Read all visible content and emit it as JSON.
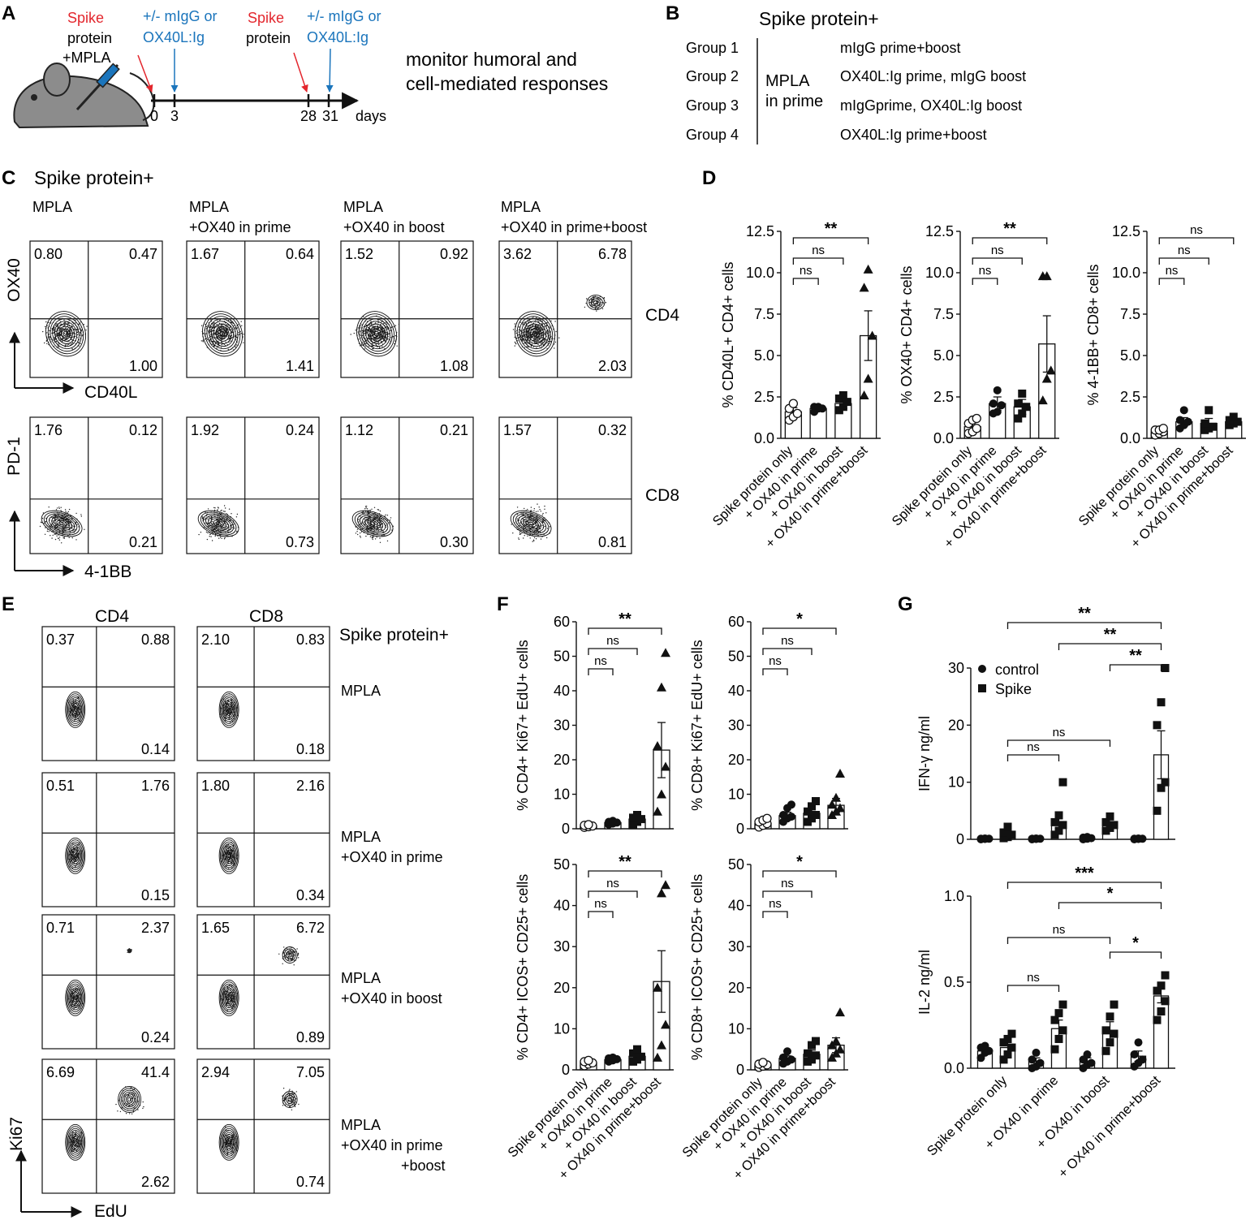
{
  "colors": {
    "red": "#e3262d",
    "blue": "#1b75bc",
    "black": "#111111",
    "mouse": "#8c8c8c"
  },
  "panelA": {
    "letter": "A",
    "ann1": [
      "Spike",
      "protein",
      "+MPLA"
    ],
    "ann2": [
      "+/- mIgG or",
      "OX40L:Ig"
    ],
    "ann3": [
      "Spike",
      "protein"
    ],
    "ann4": [
      "+/- mIgG or",
      "OX40L:Ig"
    ],
    "ticks": [
      "0",
      "3",
      "28",
      "31"
    ],
    "days": "days",
    "monitor": [
      "monitor humoral and",
      "cell-mediated responses"
    ]
  },
  "panelB": {
    "letter": "B",
    "title": "Spike protein+",
    "groups": [
      "Group 1",
      "Group 2",
      "Group 3",
      "Group 4"
    ],
    "mpla": [
      "MPLA",
      "in prime"
    ],
    "regimens": [
      "mIgG prime+boost",
      "OX40L:Ig prime, mIgG boost",
      "mIgGprime, OX40L:Ig boost",
      "OX40L:Ig prime+boost"
    ]
  },
  "panelC": {
    "letter": "C",
    "title": "Spike protein+",
    "col_titles": [
      [
        "MPLA"
      ],
      [
        "MPLA",
        "+OX40 in prime"
      ],
      [
        "MPLA",
        "+OX40 in boost"
      ],
      [
        "MPLA",
        "+OX40 in prime+boost"
      ]
    ],
    "row_labels": [
      "CD4",
      "CD8"
    ],
    "y_axes": [
      "OX40",
      "PD-1"
    ],
    "x_axes": [
      "CD40L",
      "4-1BB"
    ],
    "cd4_values": [
      [
        "0.80",
        "0.47",
        "1.00"
      ],
      [
        "1.67",
        "0.64",
        "1.41"
      ],
      [
        "1.52",
        "0.92",
        "1.08"
      ],
      [
        "3.62",
        "6.78",
        "2.03"
      ]
    ],
    "cd8_values": [
      [
        "1.76",
        "0.12",
        "0.21"
      ],
      [
        "1.92",
        "0.24",
        "0.73"
      ],
      [
        "1.12",
        "0.21",
        "0.30"
      ],
      [
        "1.57",
        "0.32",
        "0.81"
      ]
    ]
  },
  "panelE": {
    "letter": "E",
    "col_titles": [
      "CD4",
      "CD8"
    ],
    "title": "Spike protein+",
    "row_labels": [
      [
        "MPLA"
      ],
      [
        "MPLA",
        "+OX40 in prime"
      ],
      [
        "MPLA",
        "+OX40 in boost"
      ],
      [
        "MPLA",
        "+OX40 in prime",
        "+boost"
      ]
    ],
    "y_axis": "Ki67",
    "x_axis": "EdU",
    "cd4_values": [
      [
        "0.37",
        "0.88",
        "0.14"
      ],
      [
        "0.51",
        "1.76",
        "0.15"
      ],
      [
        "0.71",
        "2.37",
        "0.24"
      ],
      [
        "6.69",
        "41.4",
        "2.62"
      ]
    ],
    "cd8_values": [
      [
        "2.10",
        "0.83",
        "0.18"
      ],
      [
        "1.80",
        "2.16",
        "0.34"
      ],
      [
        "1.65",
        "6.72",
        "0.89"
      ],
      [
        "2.94",
        "7.05",
        "0.74"
      ]
    ]
  },
  "panel_letters": {
    "D": "D",
    "F": "F",
    "G": "G"
  },
  "chart_data": [
    {
      "id": "D1",
      "type": "bar",
      "ylabel": "% CD40L+ CD4+ cells",
      "ylim": [
        0,
        12.5
      ],
      "yticks": [
        "0.0",
        "2.5",
        "5.0",
        "7.5",
        "10.0",
        "12.5"
      ],
      "categories": [
        "Spike protein only",
        "+ OX40 in prime",
        "+ OX40 in boost",
        "+ OX40 in prime+boost"
      ],
      "values": [
        1.6,
        1.8,
        2.1,
        6.2
      ],
      "errors": [
        0.25,
        0.15,
        0.3,
        1.5
      ],
      "points": [
        [
          1.1,
          1.3,
          1.5,
          1.8,
          2.1
        ],
        [
          1.6,
          1.8,
          1.8,
          1.9,
          1.9
        ],
        [
          1.7,
          1.9,
          2.2,
          2.4,
          2.6
        ],
        [
          2.6,
          3.6,
          6.2,
          9.1,
          10.2
        ]
      ],
      "markers": [
        "open-circle",
        "filled-circle",
        "square",
        "triangle"
      ],
      "significance": [
        {
          "label": "**",
          "from": 0,
          "to": 3
        },
        {
          "label": "ns",
          "from": 0,
          "to": 2
        },
        {
          "label": "ns",
          "from": 0,
          "to": 1
        }
      ]
    },
    {
      "id": "D2",
      "type": "bar",
      "ylabel": "% OX40+ CD4+ cells",
      "ylim": [
        0,
        12.5
      ],
      "yticks": [
        "0.0",
        "2.5",
        "5.0",
        "7.5",
        "10.0",
        "12.5"
      ],
      "categories": [
        "Spike protein only",
        "+ OX40 in prime",
        "+ OX40 in boost",
        "+ OX40 in prime+boost"
      ],
      "values": [
        0.7,
        2.1,
        1.9,
        5.7
      ],
      "errors": [
        0.25,
        0.4,
        0.45,
        1.7
      ],
      "points": [
        [
          0.3,
          0.4,
          0.6,
          0.9,
          1.1,
          1.2
        ],
        [
          1.5,
          1.6,
          2.0,
          2.1,
          2.9
        ],
        [
          1.2,
          1.5,
          1.9,
          2.1,
          2.7
        ],
        [
          2.3,
          3.6,
          4.1,
          9.8,
          9.8
        ]
      ],
      "markers": [
        "open-circle",
        "filled-circle",
        "square",
        "triangle"
      ],
      "significance": [
        {
          "label": "**",
          "from": 0,
          "to": 3
        },
        {
          "label": "ns",
          "from": 0,
          "to": 2
        },
        {
          "label": "ns",
          "from": 0,
          "to": 1
        }
      ]
    },
    {
      "id": "D3",
      "type": "bar",
      "ylabel": "% 4-1BB+ CD8+ cells",
      "ylim": [
        0,
        12.5
      ],
      "yticks": [
        "0.0",
        "2.5",
        "5.0",
        "7.5",
        "10.0",
        "12.5"
      ],
      "categories": [
        "Spike protein only",
        "+ OX40 in prime",
        "+ OX40 in boost",
        "+ OX40 in prime+boost"
      ],
      "values": [
        0.4,
        1.0,
        0.9,
        1.0
      ],
      "errors": [
        0.1,
        0.25,
        0.3,
        0.2
      ],
      "points": [
        [
          0.2,
          0.3,
          0.4,
          0.5,
          0.5,
          0.6
        ],
        [
          0.6,
          0.8,
          1.0,
          1.1,
          1.7
        ],
        [
          0.5,
          0.6,
          0.7,
          0.9,
          1.7
        ],
        [
          0.8,
          0.9,
          1.0,
          1.1,
          1.3
        ]
      ],
      "markers": [
        "open-circle",
        "filled-circle",
        "square",
        "square"
      ],
      "significance": [
        {
          "label": "ns",
          "from": 0,
          "to": 3
        },
        {
          "label": "ns",
          "from": 0,
          "to": 2
        },
        {
          "label": "ns",
          "from": 0,
          "to": 1
        }
      ]
    },
    {
      "id": "F1",
      "type": "bar",
      "ylabel": "% CD4+ Ki67+ EdU+ cells",
      "ylim": [
        0,
        60
      ],
      "yticks": [
        "0",
        "10",
        "20",
        "30",
        "40",
        "50",
        "60"
      ],
      "categories": [
        "Spike protein only",
        "+ OX40 in prime",
        "+ OX40 in boost",
        "+ OX40 in prime+boost"
      ],
      "values": [
        0.8,
        1.8,
        2.8,
        22.8
      ],
      "errors": [
        0.2,
        0.4,
        0.7,
        8.0
      ],
      "points": [
        [
          0.4,
          0.6,
          0.8,
          1.0,
          1.2
        ],
        [
          1.2,
          1.5,
          1.8,
          2.0,
          2.3
        ],
        [
          1.2,
          2.0,
          2.8,
          3.2,
          4.0
        ],
        [
          5.0,
          10.0,
          18.0,
          24.0,
          41.0,
          51.0
        ]
      ],
      "markers": [
        "open-circle",
        "filled-circle",
        "square",
        "triangle"
      ],
      "significance": [
        {
          "label": "**",
          "from": 0,
          "to": 3
        },
        {
          "label": "ns",
          "from": 0,
          "to": 2
        },
        {
          "label": "ns",
          "from": 0,
          "to": 1
        }
      ]
    },
    {
      "id": "F2",
      "type": "bar",
      "ylabel": "% CD8+ Ki67+ EdU+ cells",
      "ylim": [
        0,
        60
      ],
      "yticks": [
        "0",
        "10",
        "20",
        "30",
        "40",
        "50",
        "60"
      ],
      "categories": [
        "Spike protein only",
        "+ OX40 in prime",
        "+ OX40 in boost",
        "+ OX40 in prime+boost"
      ],
      "values": [
        1.5,
        3.8,
        4.5,
        6.8
      ],
      "errors": [
        0.5,
        1.0,
        1.4,
        2.0
      ],
      "points": [
        [
          0.5,
          1.0,
          1.5,
          2.0,
          2.5,
          3.0
        ],
        [
          2.0,
          3.0,
          3.5,
          4.0,
          6.0,
          7.0
        ],
        [
          2.0,
          3.0,
          4.0,
          5.0,
          6.5,
          8.0
        ],
        [
          4.0,
          5.0,
          6.0,
          7.0,
          9.0,
          16.0
        ]
      ],
      "markers": [
        "open-circle",
        "filled-circle",
        "square",
        "triangle"
      ],
      "significance": [
        {
          "label": "*",
          "from": 0,
          "to": 3
        },
        {
          "label": "ns",
          "from": 0,
          "to": 2
        },
        {
          "label": "ns",
          "from": 0,
          "to": 1
        }
      ]
    },
    {
      "id": "F3",
      "type": "bar",
      "ylabel": "% CD4+ ICOS+ CD25+ cells",
      "ylim": [
        0,
        50
      ],
      "yticks": [
        "0",
        "10",
        "20",
        "30",
        "40",
        "50"
      ],
      "categories": [
        "Spike protein only",
        "+ OX40 in prime",
        "+ OX40 in boost",
        "+ OX40 in prime+boost"
      ],
      "values": [
        1.7,
        2.5,
        3.3,
        21.5
      ],
      "errors": [
        0.3,
        0.3,
        0.7,
        7.5
      ],
      "points": [
        [
          1.0,
          1.4,
          1.7,
          2.0,
          2.3
        ],
        [
          2.0,
          2.3,
          2.6,
          2.8,
          3.0
        ],
        [
          2.0,
          2.5,
          3.2,
          4.0,
          5.0
        ],
        [
          3.0,
          6.0,
          11.0,
          20.0,
          43.0,
          45.0
        ]
      ],
      "markers": [
        "open-circle",
        "filled-circle",
        "square",
        "triangle"
      ],
      "significance": [
        {
          "label": "**",
          "from": 0,
          "to": 3
        },
        {
          "label": "ns",
          "from": 0,
          "to": 2
        },
        {
          "label": "ns",
          "from": 0,
          "to": 1
        }
      ]
    },
    {
      "id": "F4",
      "type": "bar",
      "ylabel": "% CD8+ ICOS+ CD25+ cells",
      "ylim": [
        0,
        50
      ],
      "yticks": [
        "0",
        "10",
        "20",
        "30",
        "40",
        "50"
      ],
      "categories": [
        "Spike protein only",
        "+ OX40 in prime",
        "+ OX40 in boost",
        "+ OX40 in prime+boost"
      ],
      "values": [
        1.2,
        2.8,
        3.8,
        6.0
      ],
      "errors": [
        0.3,
        0.6,
        1.0,
        1.8
      ],
      "points": [
        [
          0.6,
          0.9,
          1.2,
          1.4,
          1.8
        ],
        [
          1.5,
          2.0,
          2.5,
          3.0,
          4.5
        ],
        [
          2.0,
          2.5,
          3.5,
          4.0,
          6.0,
          7.0
        ],
        [
          3.0,
          4.0,
          5.0,
          6.0,
          7.0,
          14.0
        ]
      ],
      "markers": [
        "open-circle",
        "filled-circle",
        "square",
        "triangle"
      ],
      "significance": [
        {
          "label": "*",
          "from": 0,
          "to": 3
        },
        {
          "label": "ns",
          "from": 0,
          "to": 2
        },
        {
          "label": "ns",
          "from": 0,
          "to": 1
        }
      ]
    },
    {
      "id": "G1",
      "type": "bar",
      "ylabel": "IFN-γ ng/ml",
      "ylim": [
        0,
        30
      ],
      "yticks": [
        "0",
        "10",
        "20",
        "30"
      ],
      "categories": [
        "Spike protein only",
        "+ OX40 in prime",
        "+ OX40 in boost",
        "+ OX40 in prime+boost"
      ],
      "series": [
        {
          "name": "control",
          "values": [
            0.1,
            0.1,
            0.2,
            0.1
          ],
          "errors": [
            0.05,
            0.05,
            0.1,
            0.05
          ],
          "points": [
            [
              0.0,
              0.05,
              0.1,
              0.1,
              0.15
            ],
            [
              0.0,
              0.05,
              0.1,
              0.1,
              0.15
            ],
            [
              0.0,
              0.1,
              0.2,
              0.3,
              0.4
            ],
            [
              0.0,
              0.05,
              0.1,
              0.1,
              0.15
            ]
          ]
        },
        {
          "name": "Spike",
          "values": [
            0.9,
            2.8,
            2.4,
            14.8
          ],
          "errors": [
            0.5,
            1.2,
            0.6,
            4.2
          ],
          "points": [
            [
              0.2,
              0.4,
              0.8,
              1.2,
              2.2
            ],
            [
              0.8,
              1.5,
              2.5,
              3.0,
              4.2,
              10.0
            ],
            [
              1.5,
              2.0,
              2.5,
              3.0,
              4.0
            ],
            [
              5.0,
              9.0,
              10.0,
              20.0,
              24.0,
              30.0
            ]
          ]
        }
      ],
      "significance": [
        {
          "label": "**",
          "from": 1,
          "to": 7
        },
        {
          "label": "**",
          "from": 3,
          "to": 7
        },
        {
          "label": "**",
          "from": 5,
          "to": 7
        },
        {
          "label": "ns",
          "from": 1,
          "to": 5
        },
        {
          "label": "ns",
          "from": 1,
          "to": 3
        }
      ]
    },
    {
      "id": "G2",
      "type": "bar",
      "ylabel": "IL-2 ng/ml",
      "ylim": [
        0,
        1.0
      ],
      "yticks": [
        "0.0",
        "0.5",
        "1.0"
      ],
      "categories": [
        "Spike protein only",
        "+ OX40 in prime",
        "+ OX40 in boost",
        "+ OX40 in prime+boost"
      ],
      "series": [
        {
          "name": "control",
          "values": [
            0.1,
            0.04,
            0.04,
            0.07
          ],
          "errors": [
            0.02,
            0.02,
            0.02,
            0.03
          ],
          "points": [
            [
              0.06,
              0.09,
              0.1,
              0.12,
              0.13
            ],
            [
              0.0,
              0.01,
              0.03,
              0.05,
              0.09
            ],
            [
              0.0,
              0.02,
              0.03,
              0.05,
              0.08
            ],
            [
              0.01,
              0.03,
              0.05,
              0.08,
              0.15
            ]
          ]
        },
        {
          "name": "Spike",
          "values": [
            0.12,
            0.23,
            0.22,
            0.42
          ],
          "errors": [
            0.03,
            0.05,
            0.05,
            0.04
          ],
          "points": [
            [
              0.05,
              0.08,
              0.12,
              0.15,
              0.17,
              0.2
            ],
            [
              0.11,
              0.17,
              0.22,
              0.28,
              0.32,
              0.37
            ],
            [
              0.1,
              0.15,
              0.2,
              0.22,
              0.3,
              0.37
            ],
            [
              0.28,
              0.33,
              0.39,
              0.45,
              0.48,
              0.54
            ]
          ]
        }
      ],
      "significance": [
        {
          "label": "***",
          "from": 1,
          "to": 7
        },
        {
          "label": "*",
          "from": 3,
          "to": 7
        },
        {
          "label": "ns",
          "from": 1,
          "to": 5
        },
        {
          "label": "*",
          "from": 5,
          "to": 7
        },
        {
          "label": "ns",
          "from": 1,
          "to": 3
        }
      ]
    }
  ]
}
